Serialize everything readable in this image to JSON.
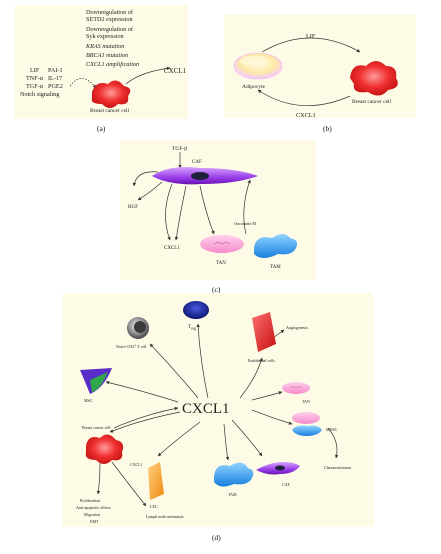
{
  "panel_a": {
    "caption": "(a)",
    "left_factors": [
      [
        "LIF",
        "PAI-1"
      ],
      [
        "TNF-α",
        "IL-17"
      ],
      [
        "TGF-α",
        "PGE2"
      ],
      [
        "Notch signaling",
        ""
      ]
    ],
    "mechanisms": [
      "Downregulation of",
      "SETD2 expression",
      "Downregulation of",
      "Syk expression",
      "KRAS mutation",
      "BRCA1 mutation",
      "CXCL1 amplification"
    ],
    "output": "CXCL1",
    "cell_label": "Breast cancer cell"
  },
  "panel_b": {
    "caption": "(b)",
    "top_arrow": "LIF",
    "bottom_arrow": "CXCL1",
    "left_cell": "Adipocyte",
    "right_cell": "Breast cancer cell"
  },
  "panel_c": {
    "caption": "(c)",
    "tgf": "TGF-β",
    "caf": "CAF",
    "hgf": "HGF",
    "cxcl1": "CXCL1",
    "osm": "Oncostatin M",
    "tan": "TAN",
    "tam": "TAM"
  },
  "panel_d": {
    "caption": "(d)",
    "center": "CXCL1",
    "treg": "T",
    "treg_sub": "reg",
    "naive": "Naive CD4",
    "naive_sup": "+",
    "naive_tail": " T cell",
    "angio": "Angiogenesis",
    "endo": "Endothelial cells",
    "msc": "MSC",
    "tan": "TAN",
    "mdsc": "MDSC",
    "chemo": "Chemoresistance",
    "bcc": "Breast cancer cell",
    "cxcl1_small": "CXCL1",
    "lec": "LEC",
    "tam": "TAM",
    "caf": "CAF",
    "outcomes": [
      "Proliferation",
      "Anti-apoptotic effects",
      "Migration",
      "EMT"
    ],
    "lymph": "Lymph node metastasis"
  }
}
